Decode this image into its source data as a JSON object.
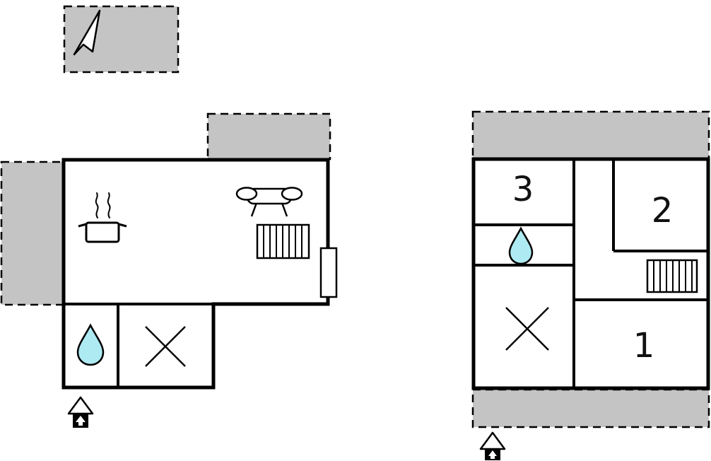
{
  "page": {
    "background": "#ffffff",
    "description_labels_visible": [
      "1",
      "2",
      "3"
    ]
  },
  "colors": {
    "terrace": "#c4c4c4",
    "water": "#aeeaf2",
    "line": "#000000",
    "room_fill": "#ffffff"
  },
  "rooms": [
    {
      "label": "1"
    },
    {
      "label": "2"
    },
    {
      "label": "3"
    }
  ],
  "icons": {
    "north_arrow": "compass-needle-triangle",
    "cooking_pot": "pot-with-steam",
    "sofa": "sofa",
    "stairs": "hatched-stairs",
    "water_drop": "water-drop",
    "cross": "x-mark",
    "entrance": "house-entrance-arrow",
    "window": "window-opening"
  }
}
